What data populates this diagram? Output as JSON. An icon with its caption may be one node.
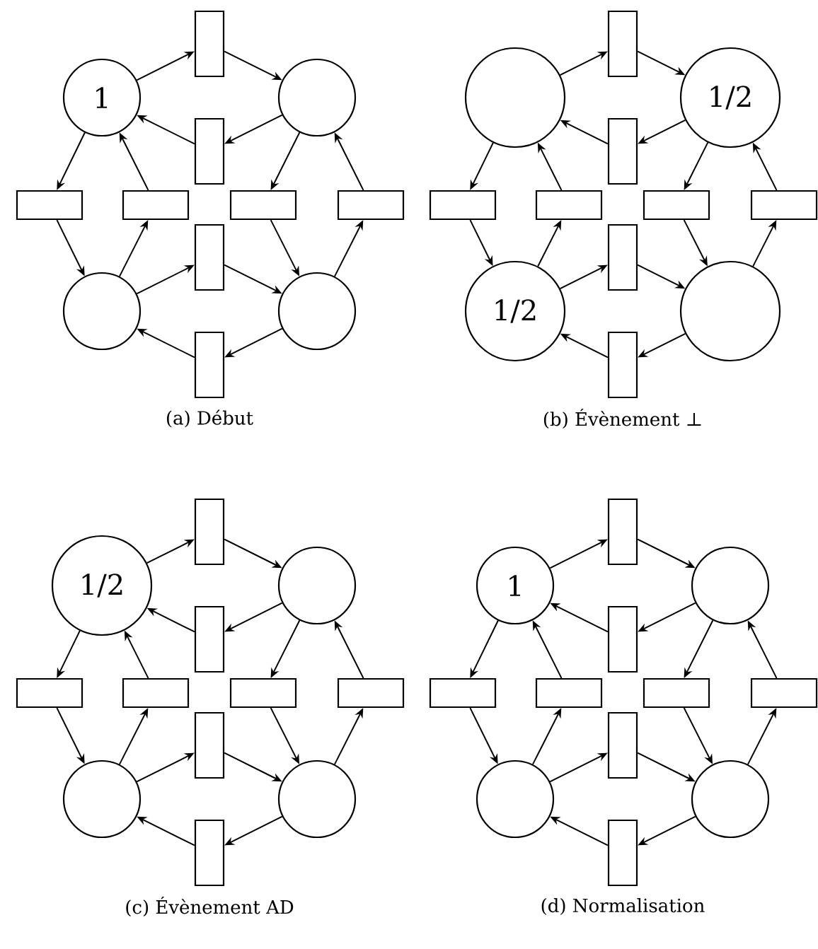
{
  "diagram": {
    "nodes": [
      {
        "text": [],
        "shape": "box"
      },
      {
        "text": [
          "1"
        ]
      },
      {
        "text": [],
        "shape": "circle"
      },
      {
        "text": [],
        "shape": "box"
      },
      {
        "text": [],
        "shape": "box"
      },
      {
        "text": [],
        "shape": "box"
      },
      {
        "text": [],
        "shape": "box"
      },
      {
        "text": [],
        "shape": "box"
      },
      {
        "text": [],
        "shape": "box"
      },
      {
        "text": [],
        "shape": "circle"
      },
      {
        "text": [],
        "shape": "circle"
      },
      {
        "text": [],
        "shape": "box"
      },
      {
        "text": [],
        "shape": "box"
      },
      {
        "text": [],
        "shape": "circle"
      },
      {
        "text": [
          "1/2"
        ]
      },
      {
        "text": [],
        "shape": "box"
      },
      {
        "text": [],
        "shape": "box"
      },
      {
        "text": [],
        "shape": "box"
      },
      {
        "text": [],
        "shape": "box"
      },
      {
        "text": [],
        "shape": "box"
      },
      {
        "text": [],
        "shape": "box"
      },
      {
        "text": [
          "1/2"
        ]
      },
      {
        "text": [],
        "shape": "circle"
      },
      {
        "text": [],
        "shape": "box"
      },
      {
        "text": [],
        "shape": "box"
      },
      {
        "text": [
          "1/2"
        ]
      },
      {
        "text": [],
        "shape": "circle"
      },
      {
        "text": [],
        "shape": "box"
      },
      {
        "text": [],
        "shape": "box"
      },
      {
        "text": [],
        "shape": "box"
      },
      {
        "text": [],
        "shape": "box"
      },
      {
        "text": [],
        "shape": "box"
      },
      {
        "text": [],
        "shape": "box"
      },
      {
        "text": [],
        "shape": "circle"
      },
      {
        "text": [],
        "shape": "circle"
      },
      {
        "text": [],
        "shape": "box"
      },
      {
        "text": [],
        "shape": "box"
      },
      {
        "text": [
          "1"
        ]
      },
      {
        "text": [],
        "shape": "circle"
      },
      {
        "text": [],
        "shape": "box"
      },
      {
        "text": [],
        "shape": "box"
      },
      {
        "text": [],
        "shape": "box"
      },
      {
        "text": [],
        "shape": "box"
      },
      {
        "text": [],
        "shape": "box"
      },
      {
        "text": [],
        "shape": "box"
      },
      {
        "text": [],
        "shape": "circle"
      },
      {
        "text": [],
        "shape": "circle"
      },
      {
        "text": [],
        "shape": "box"
      }
    ],
    "edges": [
      {
        "from": 1,
        "to": 0,
        "arrow": "to"
      },
      {
        "from": 0,
        "to": 2,
        "arrow": "to"
      },
      {
        "from": 2,
        "to": 3,
        "arrow": "to"
      },
      {
        "from": 3,
        "to": 1,
        "arrow": "to"
      },
      {
        "from": 1,
        "to": 4,
        "arrow": "to"
      },
      {
        "from": 4,
        "to": 9,
        "arrow": "to"
      },
      {
        "from": 9,
        "to": 5,
        "arrow": "to"
      },
      {
        "from": 5,
        "to": 1,
        "arrow": "to"
      },
      {
        "from": 2,
        "to": 6,
        "arrow": "to"
      },
      {
        "from": 6,
        "to": 10,
        "arrow": "to"
      },
      {
        "from": 10,
        "to": 7,
        "arrow": "to"
      },
      {
        "from": 7,
        "to": 2,
        "arrow": "to"
      },
      {
        "from": 9,
        "to": 8,
        "arrow": "to"
      },
      {
        "from": 8,
        "to": 10,
        "arrow": "to"
      },
      {
        "from": 10,
        "to": 11,
        "arrow": "to"
      },
      {
        "from": 11,
        "to": 9,
        "arrow": "to"
      },
      {
        "from": 13,
        "to": 12,
        "arrow": "to"
      },
      {
        "from": 12,
        "to": 14,
        "arrow": "to"
      },
      {
        "from": 14,
        "to": 15,
        "arrow": "to"
      },
      {
        "from": 15,
        "to": 13,
        "arrow": "to"
      },
      {
        "from": 13,
        "to": 16,
        "arrow": "to"
      },
      {
        "from": 16,
        "to": 21,
        "arrow": "to"
      },
      {
        "from": 21,
        "to": 17,
        "arrow": "to"
      },
      {
        "from": 17,
        "to": 13,
        "arrow": "to"
      },
      {
        "from": 14,
        "to": 18,
        "arrow": "to"
      },
      {
        "from": 18,
        "to": 22,
        "arrow": "to"
      },
      {
        "from": 22,
        "to": 19,
        "arrow": "to"
      },
      {
        "from": 19,
        "to": 14,
        "arrow": "to"
      },
      {
        "from": 21,
        "to": 20,
        "arrow": "to"
      },
      {
        "from": 20,
        "to": 22,
        "arrow": "to"
      },
      {
        "from": 22,
        "to": 23,
        "arrow": "to"
      },
      {
        "from": 23,
        "to": 21,
        "arrow": "to"
      },
      {
        "from": 25,
        "to": 24,
        "arrow": "to"
      },
      {
        "from": 24,
        "to": 26,
        "arrow": "to"
      },
      {
        "from": 26,
        "to": 27,
        "arrow": "to"
      },
      {
        "from": 27,
        "to": 25,
        "arrow": "to"
      },
      {
        "from": 25,
        "to": 28,
        "arrow": "to"
      },
      {
        "from": 28,
        "to": 33,
        "arrow": "to"
      },
      {
        "from": 33,
        "to": 29,
        "arrow": "to"
      },
      {
        "from": 29,
        "to": 25,
        "arrow": "to"
      },
      {
        "from": 26,
        "to": 30,
        "arrow": "to"
      },
      {
        "from": 30,
        "to": 34,
        "arrow": "to"
      },
      {
        "from": 34,
        "to": 31,
        "arrow": "to"
      },
      {
        "from": 31,
        "to": 26,
        "arrow": "to"
      },
      {
        "from": 33,
        "to": 32,
        "arrow": "to"
      },
      {
        "from": 32,
        "to": 34,
        "arrow": "to"
      },
      {
        "from": 34,
        "to": 35,
        "arrow": "to"
      },
      {
        "from": 35,
        "to": 33,
        "arrow": "to"
      },
      {
        "from": 37,
        "to": 36,
        "arrow": "to"
      },
      {
        "from": 36,
        "to": 38,
        "arrow": "to"
      },
      {
        "from": 38,
        "to": 39,
        "arrow": "to"
      },
      {
        "from": 39,
        "to": 37,
        "arrow": "to"
      },
      {
        "from": 37,
        "to": 40,
        "arrow": "to"
      },
      {
        "from": 40,
        "to": 45,
        "arrow": "to"
      },
      {
        "from": 45,
        "to": 41,
        "arrow": "to"
      },
      {
        "from": 41,
        "to": 37,
        "arrow": "to"
      },
      {
        "from": 38,
        "to": 42,
        "arrow": "to"
      },
      {
        "from": 42,
        "to": 46,
        "arrow": "to"
      },
      {
        "from": 46,
        "to": 43,
        "arrow": "to"
      },
      {
        "from": 43,
        "to": 38,
        "arrow": "to"
      },
      {
        "from": 45,
        "to": 44,
        "arrow": "to"
      },
      {
        "from": 44,
        "to": 46,
        "arrow": "to"
      },
      {
        "from": 46,
        "to": 47,
        "arrow": "to"
      },
      {
        "from": 47,
        "to": 45,
        "arrow": "to"
      }
    ],
    "labels": [
      "(a) Début",
      "(b) Évènement ⊥",
      "(c) Évènement AD",
      "(d) Normalisation"
    ]
  }
}
